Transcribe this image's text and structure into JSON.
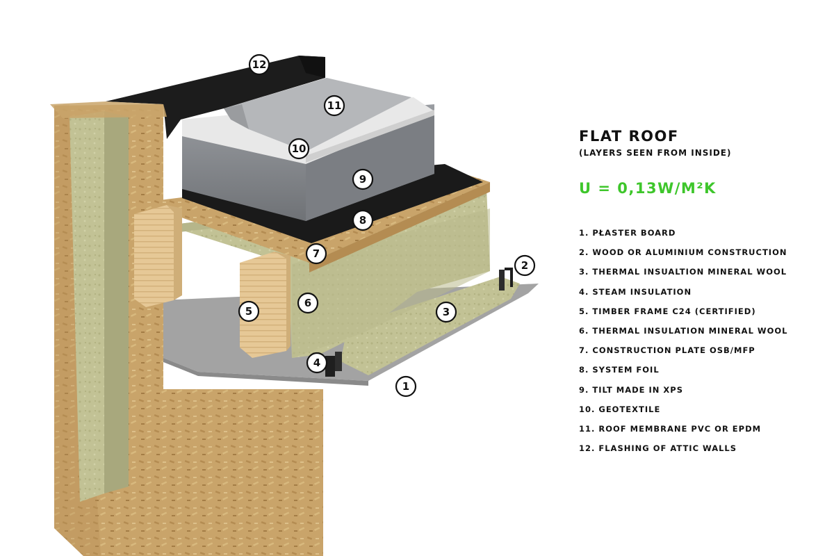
{
  "title": "FLAT ROOF",
  "subtitle": "(LAYERS SEEN FROM INSIDE)",
  "u_value": "U = 0,13W/M²K",
  "colors": {
    "accent_green": "#3ec62b",
    "text": "#111111",
    "osb": "#c9a46a",
    "mineral_wool": "#c2c295",
    "timber": "#e6c896",
    "membrane_black": "#1a1a1a",
    "xps_grey": "#8c8f93",
    "geotextile": "#e8e8e8",
    "plaster_board": "#a3a3a3"
  },
  "callouts": [
    "1",
    "2",
    "3",
    "4",
    "5",
    "6",
    "7",
    "8",
    "9",
    "10",
    "11",
    "12"
  ],
  "legend": [
    "1. PŁASTER BOARD",
    "2. WOOD OR ALUMINIUM CONSTRUCTION",
    "3. THERMAL INSUALTION MINERAL WOOL",
    "4. STEAM INSULATION",
    "5. TIMBER FRAME C24 (CERTIFIED)",
    "6. THERMAL INSULATION MINERAL WOOL",
    "7. CONSTRUCTION PLATE OSB/MFP",
    "8. SYSTEM FOIL",
    "9. TILT MADE IN XPS",
    "10. GEOTEXTILE",
    "11. ROOF MEMBRANE PVC OR EPDM",
    "12. FLASHING OF ATTIC WALLS"
  ]
}
